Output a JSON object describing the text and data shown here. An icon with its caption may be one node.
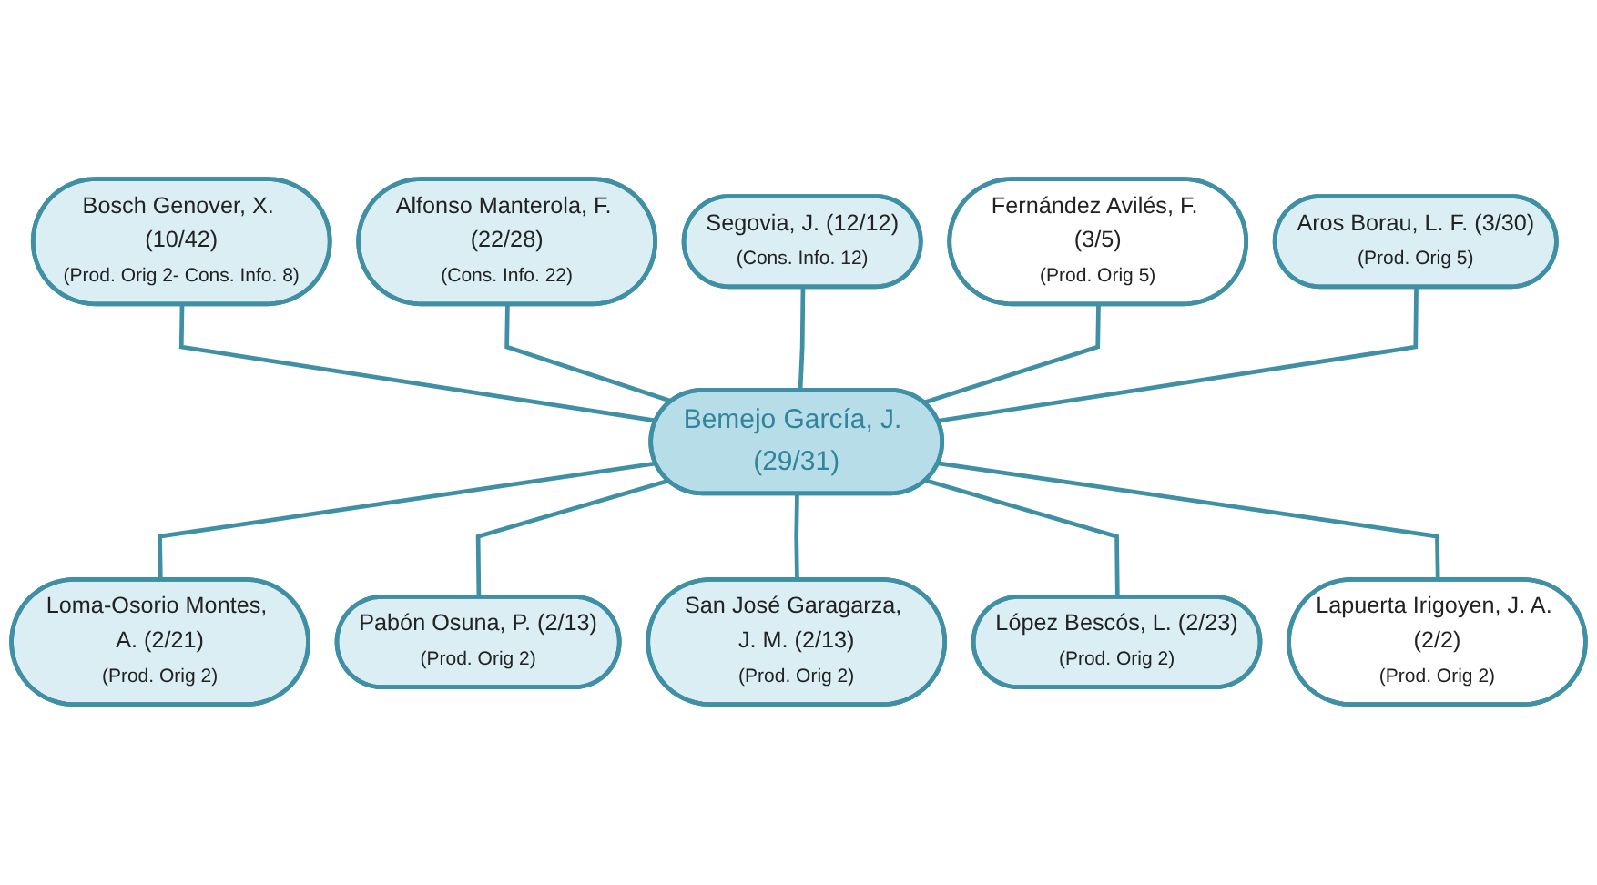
{
  "diagram": {
    "nodes": [
      {
        "text": [
          "Alfonso Manterola, F. (22/28)",
          "(Cons. Info. 22)"
        ]
      },
      {
        "text": [
          "Segovia, J. (12/12)",
          "(Cons. Info. 12)"
        ]
      },
      {
        "text": [
          "Bosch Genover, X. (10/42)",
          "(Prod. Orig 2- Cons. Info. 8)"
        ]
      },
      {
        "text": [
          "Aros Borau, L. F. (3/30)",
          "(Prod. Orig 5)"
        ]
      },
      {
        "text": [
          "Fernández Avilés, F. (3/5)",
          "(Prod. Orig 5)"
        ]
      },
      {
        "text": [
          "Bemejo García, J. (29/31)"
        ]
      },
      {
        "text": [
          "Lapuerta Irigoyen, J. A. (2/2)",
          "(Prod. Orig 2)"
        ]
      },
      {
        "text": [
          "Loma-Osorio Montes, A. (2/21)",
          "(Prod. Orig 2)"
        ]
      },
      {
        "text": [
          "López Bescós, L. (2/23)",
          "(Prod. Orig 2)"
        ]
      },
      {
        "text": [
          "Pabón Osuna, P. (2/13)",
          "(Prod. Orig 2)"
        ]
      },
      {
        "text": [
          "San José Garagarza, J. M. (2/13)",
          "(Prod. Orig 2)"
        ]
      }
    ],
    "edges": [
      {
        "from": 2,
        "to": 5,
        "arrow": "none"
      },
      {
        "from": 0,
        "to": 5,
        "arrow": "none"
      },
      {
        "from": 1,
        "to": 5,
        "arrow": "none"
      },
      {
        "from": 4,
        "to": 5,
        "arrow": "none"
      },
      {
        "from": 3,
        "to": 5,
        "arrow": "none"
      },
      {
        "from": 5,
        "to": 7,
        "arrow": "none"
      },
      {
        "from": 5,
        "to": 9,
        "arrow": "none"
      },
      {
        "from": 5,
        "to": 10,
        "arrow": "none"
      },
      {
        "from": 5,
        "to": 8,
        "arrow": "none"
      },
      {
        "from": 5,
        "to": 6,
        "arrow": "none"
      }
    ]
  }
}
